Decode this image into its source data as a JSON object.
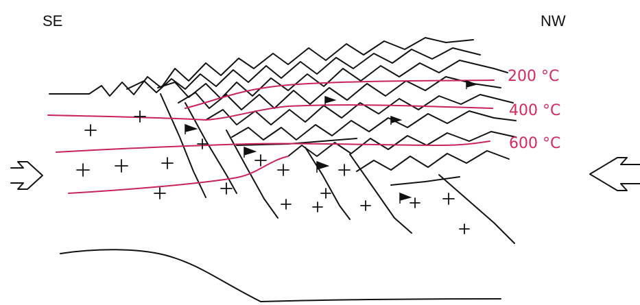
{
  "labels": {
    "left_direction": "SE",
    "right_direction": "NW"
  },
  "isotherms": [
    {
      "label": "200 °C"
    },
    {
      "label": "400 °C"
    },
    {
      "label": "600 °C"
    }
  ],
  "colors": {
    "ink": "#111111",
    "isotherm": "#c8235a",
    "isotherm_text": "#d42a5c",
    "background": "#ffffff"
  }
}
